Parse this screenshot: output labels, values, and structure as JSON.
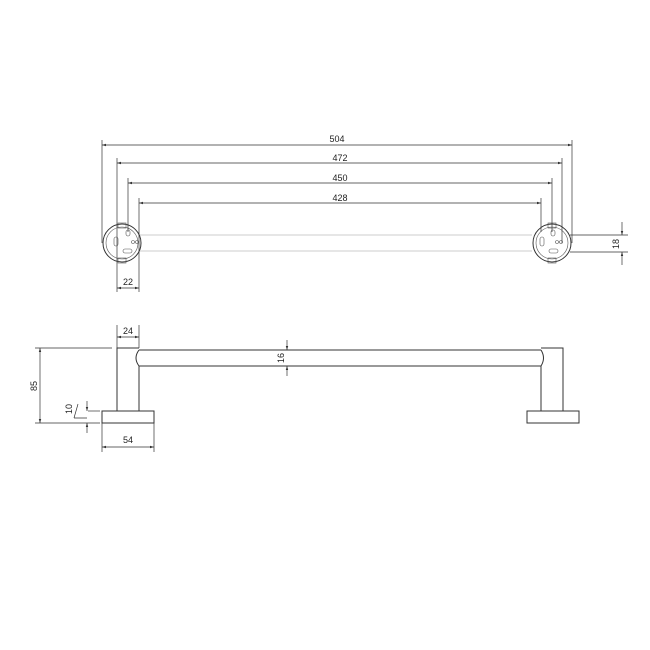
{
  "drawing": {
    "top_view": {
      "dimensions": {
        "overall": "504",
        "outer": "472",
        "mid": "450",
        "inner": "428",
        "rosette_width": "22",
        "bar_offset": "18"
      }
    },
    "side_view": {
      "dimensions": {
        "post_width": "24",
        "height": "85",
        "base_thickness": "10",
        "base_width": "54",
        "bar_diameter": "16"
      }
    },
    "colors": {
      "line": "#333333",
      "background": "#ffffff"
    }
  }
}
